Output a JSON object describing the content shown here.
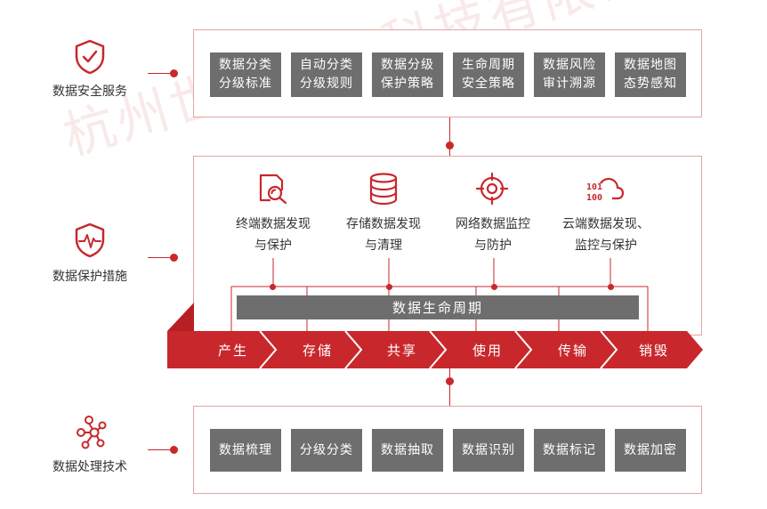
{
  "watermark": "杭州世平信息科技有限公司",
  "left_column": {
    "security_services": "数据安全服务",
    "protection_measures": "数据保护措施",
    "processing_tech": "数据处理技术"
  },
  "services": [
    {
      "line1": "数据分类",
      "line2": "分级标准"
    },
    {
      "line1": "自动分类",
      "line2": "分级规则"
    },
    {
      "line1": "数据分级",
      "line2": "保护策略"
    },
    {
      "line1": "生命周期",
      "line2": "安全策略"
    },
    {
      "line1": "数据风险",
      "line2": "审计溯源"
    },
    {
      "line1": "数据地图",
      "line2": "态势感知"
    }
  ],
  "measures": [
    {
      "line1": "终端数据发现",
      "line2": "与保护",
      "icon": "magnifier-doc-icon"
    },
    {
      "line1": "存储数据发现",
      "line2": "与清理",
      "icon": "database-icon"
    },
    {
      "line1": "网络数据监控",
      "line2": "与防护",
      "icon": "crosshair-icon"
    },
    {
      "line1": "云端数据发现、",
      "line2": "监控与保护",
      "icon": "cloud-binary-icon"
    }
  ],
  "lifecycle_title": "数据生命周期",
  "stages": [
    "产生",
    "存储",
    "共享",
    "使用",
    "传输",
    "销毁"
  ],
  "processing": [
    "数据梳理",
    "分级分类",
    "数据抽取",
    "数据识别",
    "数据标记",
    "数据加密"
  ],
  "colors": {
    "accent": "#c8282c",
    "box_gray": "#6e6e6e",
    "panel_border": "#e2a6a6"
  }
}
